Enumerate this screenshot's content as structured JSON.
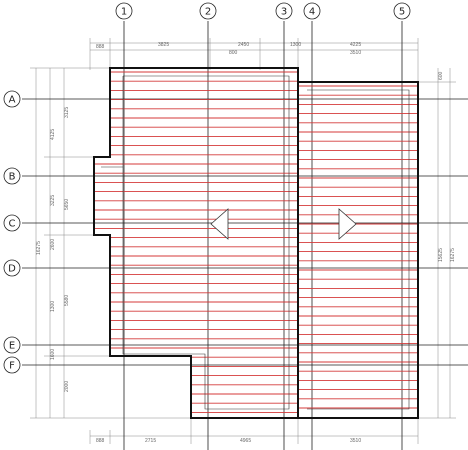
{
  "colors": {
    "background": "#ffffff",
    "grid_line": "#222222",
    "outline": "#111111",
    "joist": "#d43a3a",
    "dimension": "#777777"
  },
  "grid_columns": [
    "1",
    "2",
    "3",
    "4",
    "5"
  ],
  "grid_rows": [
    "A",
    "B",
    "C",
    "D",
    "E",
    "F"
  ],
  "dimensions": {
    "top": [
      "888",
      "3825",
      "800",
      "2450",
      "1300",
      "4225",
      "3510"
    ],
    "bottom": [
      "888",
      "2715",
      "4965",
      "3510"
    ],
    "left": [
      "3125",
      "4125",
      "5650",
      "3225",
      "2600",
      "5580",
      "1300",
      "1600",
      "2000",
      "16275"
    ],
    "right": [
      "600",
      "15625",
      "16275"
    ]
  }
}
